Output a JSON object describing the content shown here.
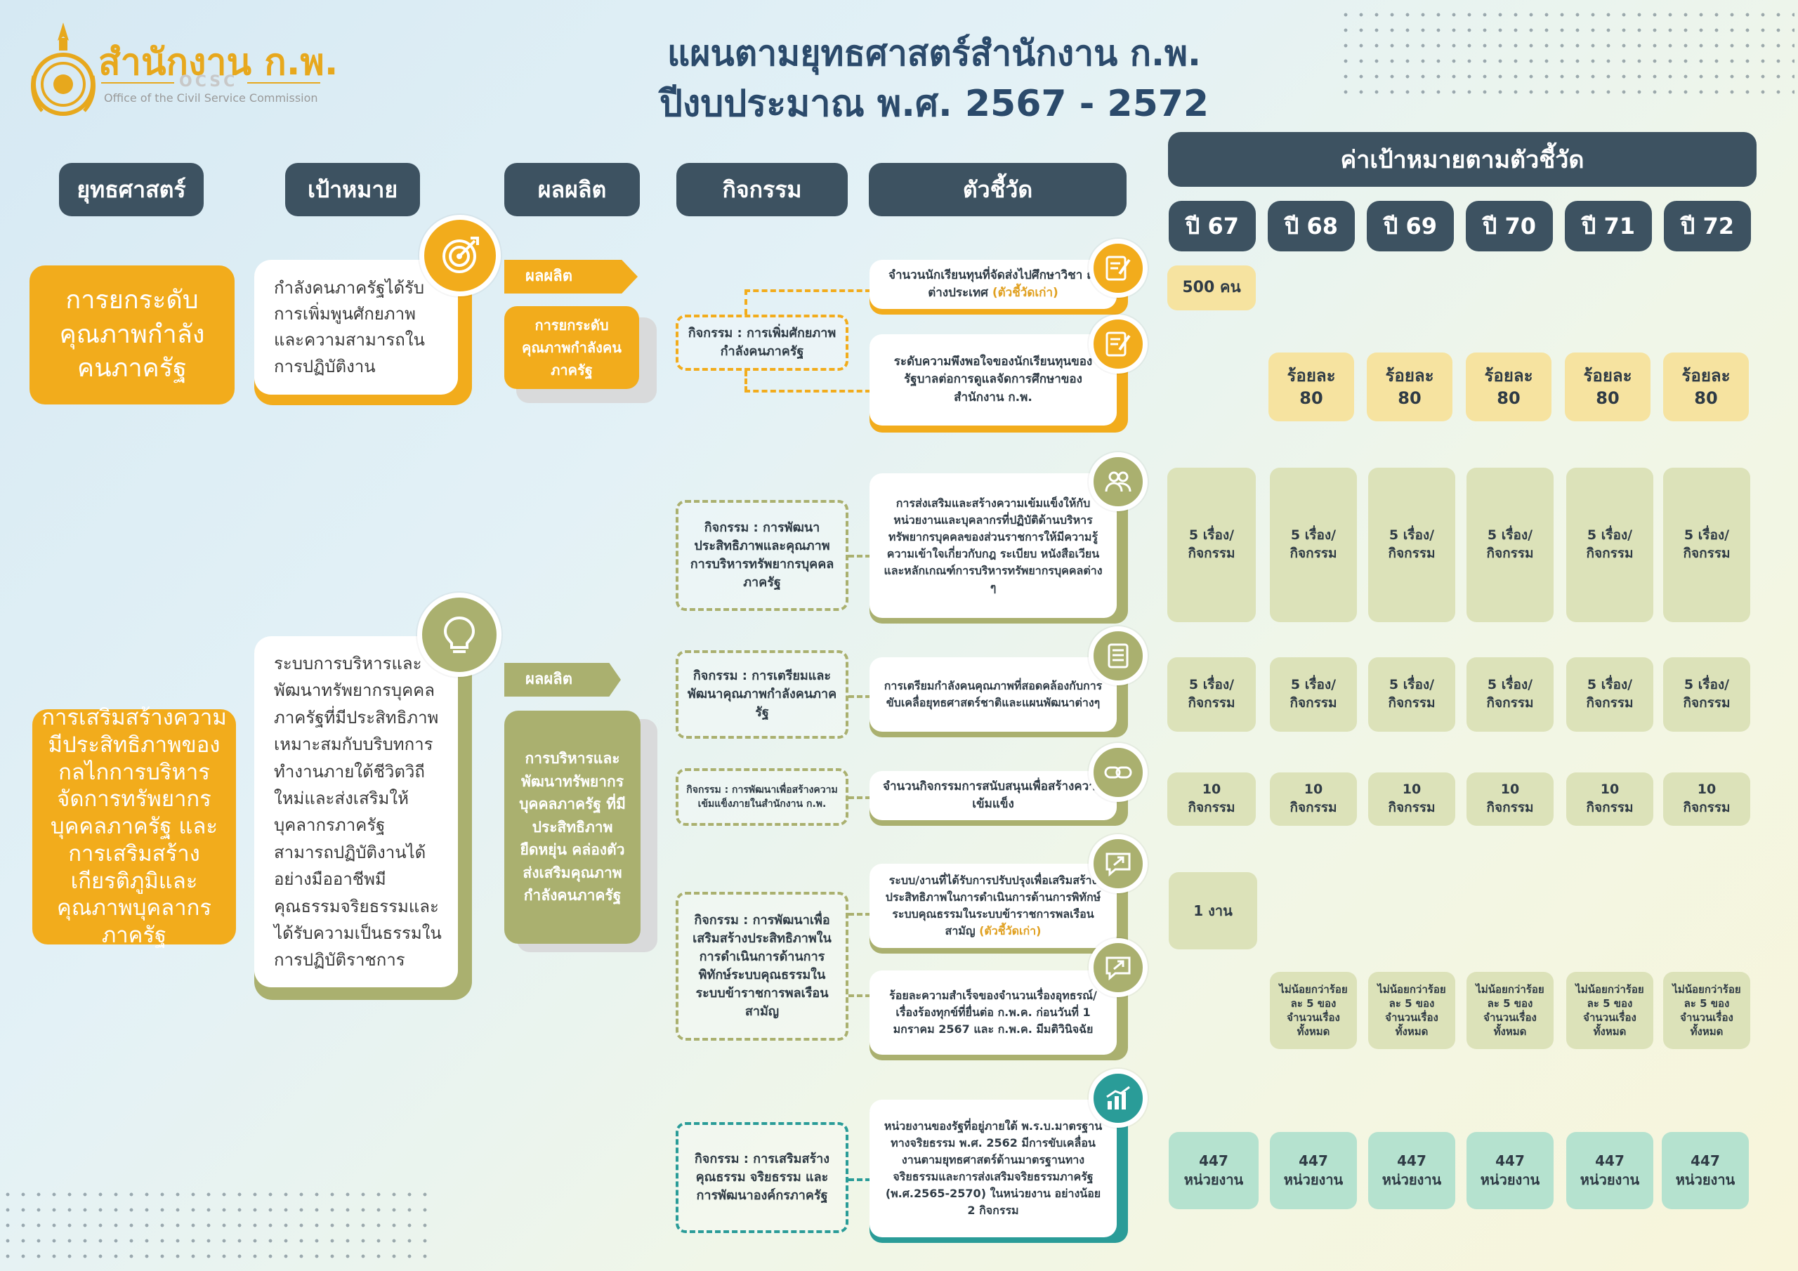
{
  "logo": {
    "thai": "สำนักงาน ก.พ.",
    "abbr": "OCSC",
    "english": "Office of the Civil Service Commission"
  },
  "title": {
    "line1": "แผนตามยุทธศาสตร์สำนักงาน ก.พ.",
    "line2": "ปีงบประมาณ พ.ศ. 2567 - 2572"
  },
  "headers": {
    "strategy": "ยุทธศาสตร์",
    "goal": "เป้าหมาย",
    "output": "ผลผลิต",
    "activity": "กิจกรรม",
    "indicator": "ตัวชี้วัด",
    "target": "ค่าเป้าหมายตามตัวชี้วัด"
  },
  "years": [
    "ปี 67",
    "ปี 68",
    "ปี 69",
    "ปี 70",
    "ปี 71",
    "ปี 72"
  ],
  "strategy1": {
    "name": "การยกระดับคุณภาพกำลังคนภาครัฐ",
    "goal": "กำลังคนภาครัฐได้รับการเพิ่มพูนศักยภาพและความสามารถในการปฏิบัติงาน",
    "output_tag": "ผลผลิต",
    "output": "การยกระดับคุณภาพกำลังคนภาครัฐ",
    "activity": "กิจกรรม : การเพิ่มศักยภาพกำลังคนภาครัฐ",
    "indicators": [
      {
        "text": "จำนวนนักเรียนทุนที่จัดส่งไปศึกษาวิชา ณ ต่างประเทศ",
        "note": "(ตัวชี้วัดเก่า)",
        "icon": "document-edit-icon"
      },
      {
        "text": "ระดับความพึงพอใจของนักเรียนทุนของรัฐบาลต่อการดูแลจัดการศึกษาของสำนักงาน ก.พ.",
        "note": "",
        "icon": "document-edit-icon"
      }
    ]
  },
  "strategy2": {
    "name": "การเสริมสร้างความมีประสิทธิภาพของกลไกการบริหารจัดการทรัพยากรบุคคลภาครัฐ และการเสริมสร้างเกียรติภูมิและคุณภาพบุคลากรภาครัฐ",
    "goal": "ระบบการบริหารและพัฒนาทรัพยากรบุคคลภาครัฐที่มีประสิทธิภาพเหมาะสมกับบริบทการทำงานภายใต้ชีวิตวิถีใหม่และส่งเสริมให้บุคลากรภาครัฐสามารถปฏิบัติงานได้อย่างมืออาชีพมีคุณธรรมจริยธรรมและได้รับความเป็นธรรมในการปฏิบัติราชการ",
    "output_tag": "ผลผลิต",
    "output": "การบริหารและพัฒนาทรัพยากรบุคคลภาครัฐ ที่มีประสิทธิภาพ ยืดหยุ่น คล่องตัว ส่งเสริมคุณภาพกำลังคนภาครัฐ",
    "activities": [
      "กิจกรรม : การพัฒนาประสิทธิภาพและคุณภาพการบริหารทรัพยากรบุคคลภาครัฐ",
      "กิจกรรม : การเตรียมและพัฒนาคุณภาพกำลังคนภาครัฐ",
      "กิจกรรม : การพัฒนาเพื่อสร้างความเข้มแข็งภายในสำนักงาน ก.พ.",
      "กิจกรรม : การพัฒนาเพื่อเสริมสร้างประสิทธิภาพในการดำเนินการด้านการพิทักษ์ระบบคุณธรรมในระบบข้าราชการพลเรือนสามัญ",
      "กิจกรรม : การเสริมสร้างคุณธรรม จริยธรรม และการพัฒนาองค์กรภาครัฐ"
    ],
    "indicators": [
      {
        "text": "การส่งเสริมและสร้างความเข้มแข็งให้กับหน่วยงานและบุคลากรที่ปฏิบัติด้านบริหารทรัพยากรบุคคลของส่วนราชการให้มีความรู้ ความเข้าใจเกี่ยวกับกฎ ระเบียบ หนังสือเวียน และหลักเกณฑ์การบริหารทรัพยากรบุคคลต่าง ๆ",
        "note": "",
        "icon": "people-icon"
      },
      {
        "text": "การเตรียมกำลังคนคุณภาพที่สอดคล้องกับการขับเคลื่อยุทธศาสตร์ชาติและแผนพัฒนาต่างๆ",
        "note": "",
        "icon": "list-document-icon"
      },
      {
        "text": "จำนวนกิจกรรมการสนับสนุนเพื่อสร้างความเข้มแข็ง",
        "note": "",
        "icon": "link-icon"
      },
      {
        "text": "ระบบ/งานที่ได้รับการปรับปรุงเพื่อเสริมสร้างประสิทธิภาพในการดำเนินการด้านการพิทักษ์ระบบคุณธรรมในระบบข้าราชการพลเรือนสามัญ",
        "note": "(ตัวชี้วัดเก่า)",
        "icon": "chat-arrow-icon"
      },
      {
        "text": "ร้อยละความสำเร็จของจำนวนเรื่องอุทธรณ์/เรื่องร้องทุกข์ที่ยื่นต่อ ก.พ.ค. ก่อนวันที่ 1 มกราคม 2567 และ ก.พ.ค. มีมติวินิจฉัย",
        "note": "",
        "icon": "chat-arrow-icon"
      },
      {
        "text": "หน่วยงานของรัฐที่อยู่ภายใต้ พ.ร.บ.มาตรฐานทางจริยธรรม พ.ศ. 2562 มีการขับเคลื่อนงานตามยุทธศาสตร์ด้านมาตรฐานทางจริยธรรมและการส่งเสริมจริยธรรมภาครัฐ (พ.ศ.2565-2570) ในหน่วยงาน อย่างน้อย 2 กิจกรรม",
        "note": "",
        "icon": "bar-chart-icon"
      }
    ]
  },
  "targets": {
    "r1": [
      "500 คน"
    ],
    "r2": [
      "ร้อยละ 80",
      "ร้อยละ 80",
      "ร้อยละ 80",
      "ร้อยละ 80",
      "ร้อยละ 80"
    ],
    "r3": [
      "5 เรื่อง/กิจกรรม",
      "5 เรื่อง/กิจกรรม",
      "5 เรื่อง/กิจกรรม",
      "5 เรื่อง/กิจกรรม",
      "5 เรื่อง/กิจกรรม",
      "5 เรื่อง/กิจกรรม"
    ],
    "r4": [
      "5 เรื่อง/กิจกรรม",
      "5 เรื่อง/กิจกรรม",
      "5 เรื่อง/กิจกรรม",
      "5 เรื่อง/กิจกรรม",
      "5 เรื่อง/กิจกรรม",
      "5 เรื่อง/กิจกรรม"
    ],
    "r5": [
      "10 กิจกรรม",
      "10 กิจกรรม",
      "10 กิจกรรม",
      "10 กิจกรรม",
      "10 กิจกรรม",
      "10 กิจกรรม"
    ],
    "r6": [
      "1 งาน"
    ],
    "r7": [
      "ไม่น้อยกว่าร้อยละ 5 ของจำนวนเรื่องทั้งหมด",
      "ไม่น้อยกว่าร้อยละ 5 ของจำนวนเรื่องทั้งหมด",
      "ไม่น้อยกว่าร้อยละ 5 ของจำนวนเรื่องทั้งหมด",
      "ไม่น้อยกว่าร้อยละ 5 ของจำนวนเรื่องทั้งหมด",
      "ไม่น้อยกว่าร้อยละ 5 ของจำนวนเรื่องทั้งหมด"
    ],
    "r8": [
      "447 หน่วยงาน",
      "447 หน่วยงาน",
      "447 หน่วยงาน",
      "447 หน่วยงาน",
      "447 หน่วยงาน",
      "447 หน่วยงาน"
    ]
  },
  "colors": {
    "orange": "#f2ac1c",
    "olive": "#aab06f",
    "teal": "#2a9c98",
    "navy": "#3d5261",
    "title": "#2b4a6b",
    "note": "#e0a020"
  }
}
